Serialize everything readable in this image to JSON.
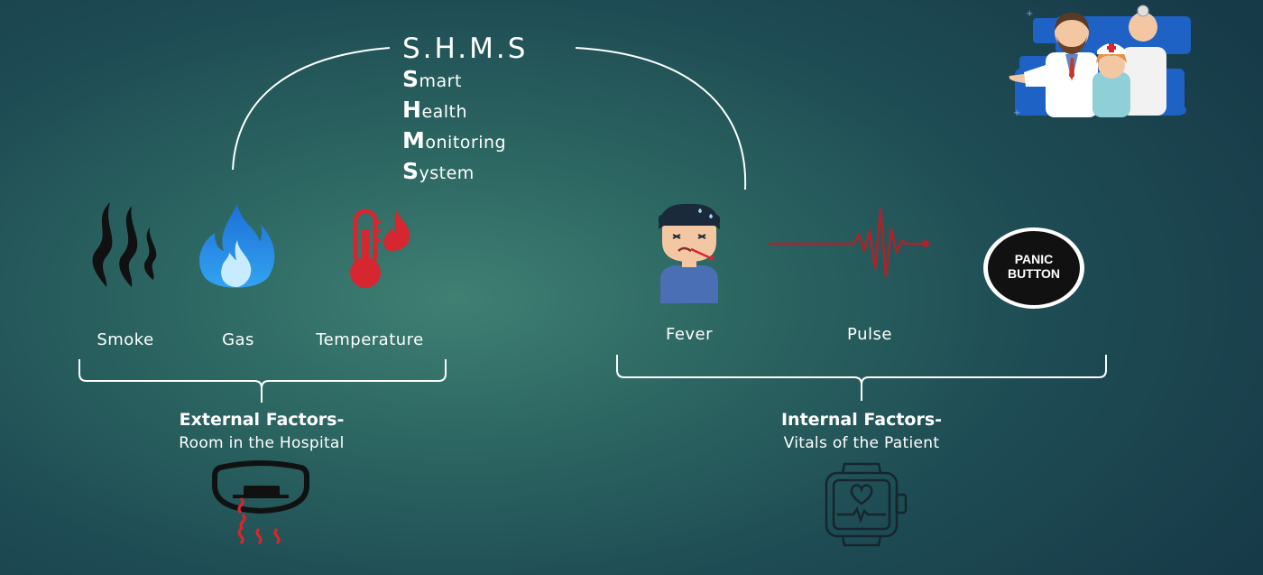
{
  "title": "S.H.M.S",
  "acronym": [
    {
      "initial": "S",
      "rest": "mart"
    },
    {
      "initial": "H",
      "rest": "ealth"
    },
    {
      "initial": "M",
      "rest": "onitoring"
    },
    {
      "initial": "S",
      "rest": "ystem"
    }
  ],
  "external": {
    "items": [
      {
        "label": "Smoke",
        "icon": "smoke-icon"
      },
      {
        "label": "Gas",
        "icon": "gas-flame-icon"
      },
      {
        "label": "Temperature",
        "icon": "thermometer-icon"
      }
    ],
    "title": "External Factors-",
    "subtitle": "Room in the Hospital",
    "device_icon": "smoke-detector-icon"
  },
  "internal": {
    "items": [
      {
        "label": "Fever",
        "icon": "sick-person-icon"
      },
      {
        "label": "Pulse",
        "icon": "pulse-line-icon"
      }
    ],
    "panic_button": "PANIC BUTTON",
    "title": "Internal Factors-",
    "subtitle": "Vitals of the Patient",
    "device_icon": "smartwatch-icon"
  },
  "colors": {
    "background": "#2c6662",
    "text": "#ffffff",
    "gas_blue": "#2a8ee6",
    "temperature_red": "#d62630",
    "pulse_red": "#b0222a",
    "detector_red": "#e0232b"
  }
}
